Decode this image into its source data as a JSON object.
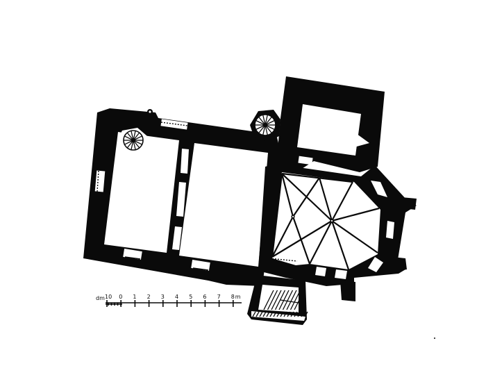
{
  "scale": {
    "unit_label": "m",
    "tick_labels": [
      "10",
      "0",
      "1",
      "2",
      "3",
      "4",
      "5",
      "6",
      "7",
      "8"
    ],
    "prefix": "dm"
  }
}
